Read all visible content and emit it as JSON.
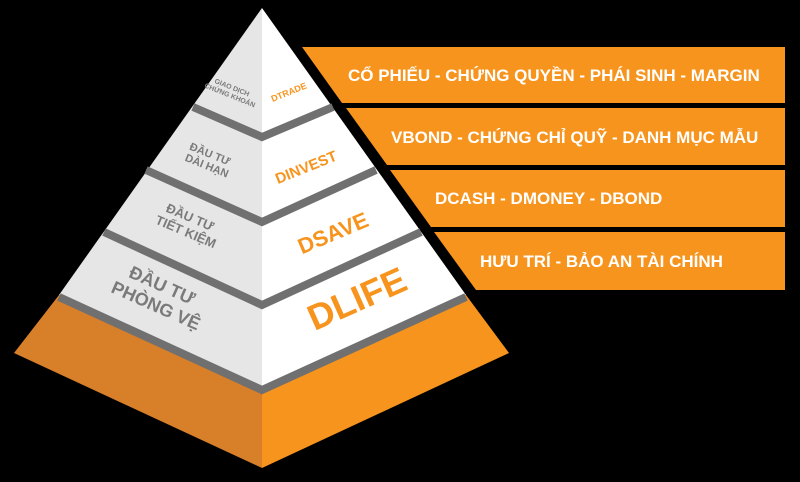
{
  "colors": {
    "background": "#000000",
    "accent": "#f7941d",
    "accent_dark": "#d87f2a",
    "face_left": "#e6e6e6",
    "face_right": "#ffffff",
    "divider": "#707070",
    "label_grey": "#7a7a7a"
  },
  "tiers": [
    {
      "category": [
        "GIAO DỊCH",
        "CHỨNG KHOÁN"
      ],
      "product": "DTRADE",
      "description": "CỔ PHIẾU - CHỨNG QUYỀN - PHÁI SINH - MARGIN"
    },
    {
      "category": [
        "ĐẦU TƯ",
        "DÀI HẠN"
      ],
      "product": "DINVEST",
      "description": "VBOND - CHỨNG CHỈ QUỸ - DANH MỤC MẪU"
    },
    {
      "category": [
        "ĐẦU TƯ",
        "TIẾT KIỆM"
      ],
      "product": "DSAVE",
      "description": "DCASH - DMONEY - DBOND"
    },
    {
      "category": [
        "ĐẦU TƯ",
        "PHÒNG VỆ"
      ],
      "product": "DLIFE",
      "description": "HƯU TRÍ - BẢO AN TÀI CHÍNH"
    }
  ]
}
